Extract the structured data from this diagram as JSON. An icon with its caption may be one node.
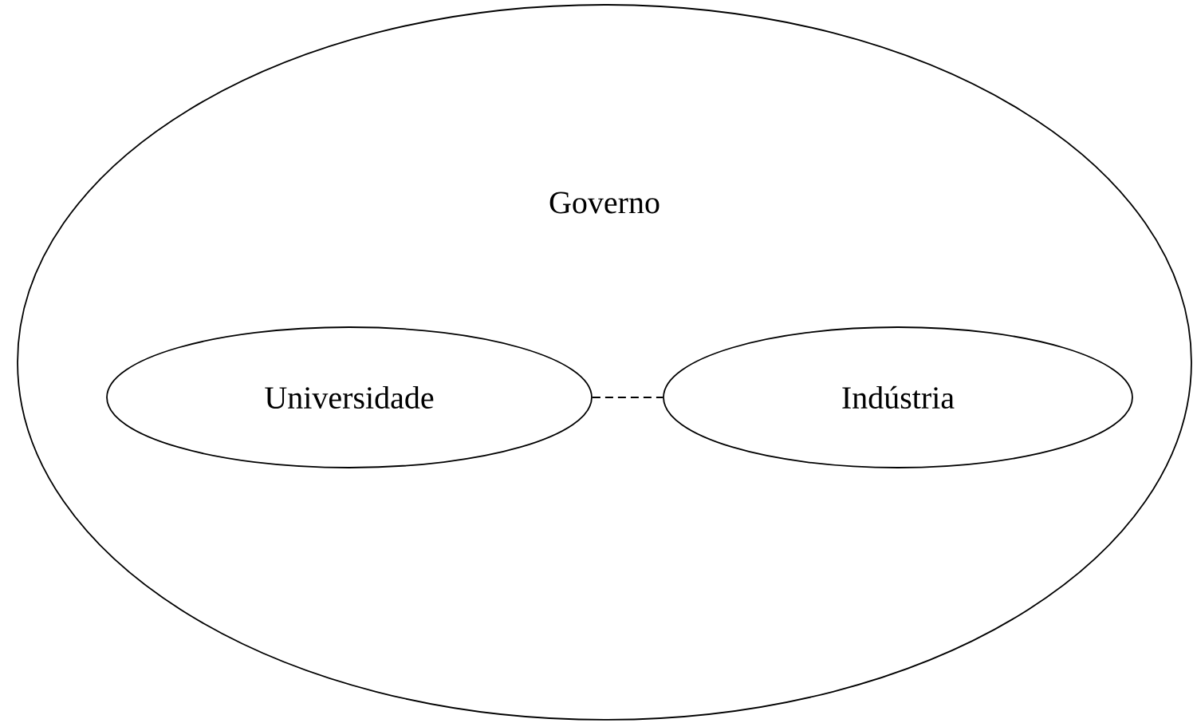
{
  "diagram": {
    "nodes": [
      {
        "text": [
          "Governo"
        ]
      },
      {
        "text": [
          "Universidade"
        ],
        "in": 0
      },
      {
        "text": [
          "Indústria"
        ],
        "in": 0
      }
    ],
    "edges": [
      {
        "from": 1,
        "to": 2,
        "arrow": "none",
        "style": "dashed"
      }
    ]
  }
}
